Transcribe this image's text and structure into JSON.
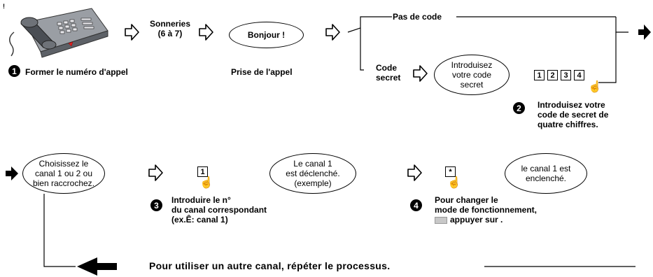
{
  "corner_mark": "!",
  "steps": {
    "s1": {
      "num": "1",
      "label": "Former le numéro d'appel"
    },
    "s2": {
      "num": "2",
      "label1": "Introduisez votre",
      "label2": "code de secret de",
      "label3": "quatre chiffres."
    },
    "s3": {
      "num": "3",
      "label1": "Introduire le n°",
      "label2": "du canal correspondant",
      "label3": "(ex.Ê: canal 1)"
    },
    "s4": {
      "num": "4",
      "label1": "Pour changer le",
      "label2": "mode de fonctionnement,",
      "label3": "appuyer sur ."
    }
  },
  "sonneries": {
    "line1": "Sonneries",
    "line2": "(6 à 7)"
  },
  "bonjour": "Bonjour !",
  "prise": "Prise de l'appel",
  "pas_de_code": "Pas de code",
  "code_secret": {
    "line1": "Code",
    "line2": "secret"
  },
  "introduisez_bubble": {
    "line1": "Introduisez",
    "line2": "votre code",
    "line3": "secret"
  },
  "code_keys": [
    "1",
    "2",
    "3",
    "4"
  ],
  "choisissez": {
    "line1": "Choisissez le",
    "line2": "canal 1 ou 2 ou",
    "line3": "bien raccrochez."
  },
  "key_canal": "1",
  "canal_declenche": {
    "line1": "Le canal 1",
    "line2": "est déclenché.",
    "line3": "(exemple)"
  },
  "key_star": "*",
  "canal_enclenche": {
    "line1": "le canal 1 est",
    "line2": "enclenché."
  },
  "footer": "Pour utiliser un autre canal, répéter le processus.",
  "icons": {
    "arrow": "outline-right-arrow-icon",
    "solid_arrow": "solid-right-arrow-icon",
    "back_arrow": "solid-left-arrow-icon",
    "hand": "pointing-hand-icon",
    "phone": "telephone-icon"
  }
}
